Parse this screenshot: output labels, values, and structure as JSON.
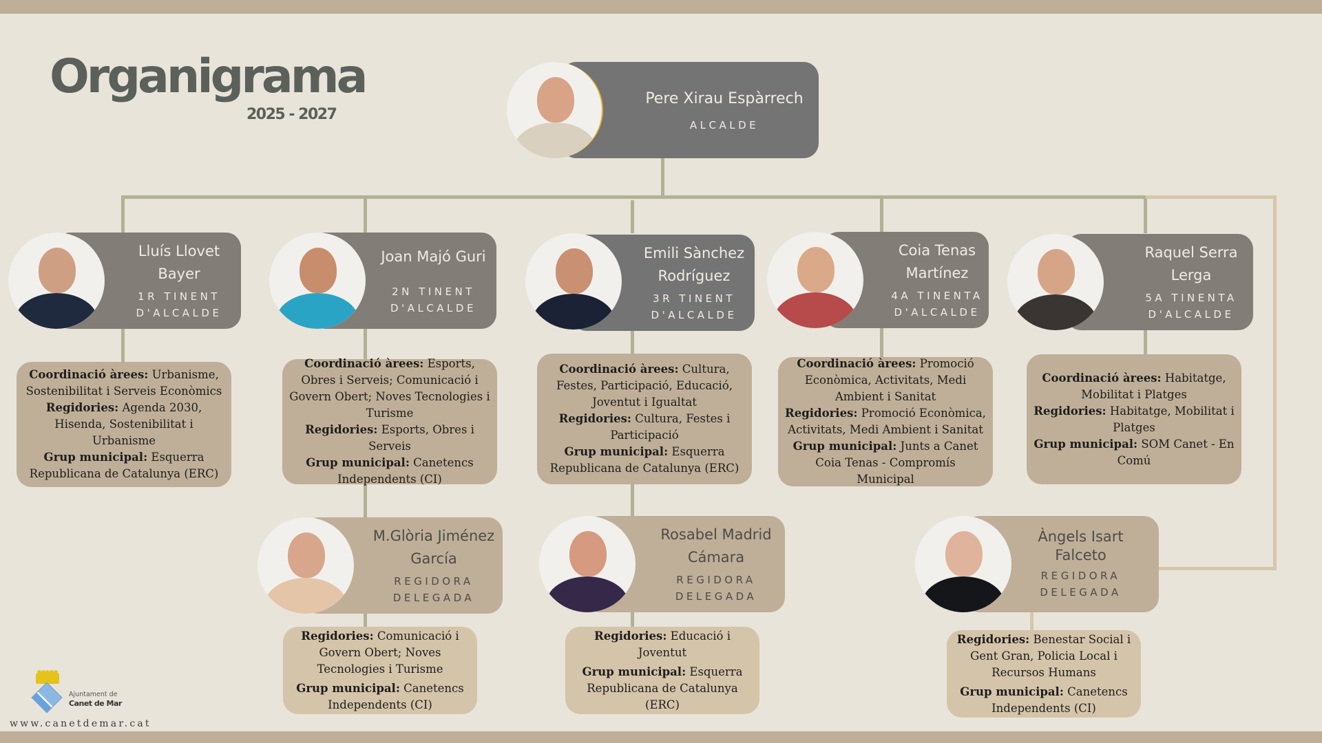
{
  "header": {
    "title": "Organigrama",
    "period": "2025 - 2027"
  },
  "colors": {
    "background": "#e8e4da",
    "band": "#bfaf98",
    "mayor_card": "#747474",
    "deputy_card": "#827d76",
    "delegate_card": "#bfaf98",
    "info_box": "#bfaf98",
    "info_box_light": "#d4c4aa",
    "connector": "#b0b293",
    "connector_secondary": "#d6c6ab",
    "title_text": "#5c605a"
  },
  "mayor": {
    "name": "Pere Xirau Espàrrech",
    "role": "ALCALDE",
    "photo": "portrait-photo"
  },
  "deputies": [
    {
      "name_line1": "Lluís Llovet",
      "name_line2": "Bayer",
      "role_line1": "1R TINENT",
      "role_line2": "D'ALCALDE",
      "coord_label": "Coordinació àrees:",
      "coord_value": " Urbanisme, Sostenibilitat i Serveis Econòmics",
      "reg_label": "Regidories:",
      "reg_value": " Agenda 2030, Hisenda, Sostenibilitat i Urbanisme",
      "group_label": "Grup municipal:",
      "group_value": " Esquerra Republicana de Catalunya (ERC)"
    },
    {
      "name_line1": "Joan Majó Guri",
      "name_line2": "",
      "role_line1": "2N TINENT",
      "role_line2": "D'ALCALDE",
      "coord_label": "Coordinació àrees:",
      "coord_value": " Esports, Obres i Serveis;  Comunicació i Govern Obert; Noves Tecnologies i Turisme",
      "reg_label": "Regidories:",
      "reg_value": " Esports, Obres i Serveis",
      "group_label": "Grup municipal:",
      "group_value": " Canetencs Independents (CI)"
    },
    {
      "name_line1": "Emili Sànchez",
      "name_line2": "Rodríguez",
      "role_line1": "3R TINENT",
      "role_line2": "D'ALCALDE",
      "coord_label": "Coordinació àrees:",
      "coord_value": " Cultura, Festes, Participació, Educació, Joventut i Igualtat",
      "reg_label": "Regidories:",
      "reg_value": " Cultura, Festes i Participació",
      "group_label": "Grup municipal:",
      "group_value": " Esquerra Republicana de Catalunya (ERC)"
    },
    {
      "name_line1": "Coia Tenas",
      "name_line2": "Martínez",
      "role_line1": "4A TINENTA",
      "role_line2": "D'ALCALDE",
      "coord_label": "Coordinació àrees:",
      "coord_value": " Promoció Econòmica, Activitats, Medi Ambient i Sanitat",
      "reg_label": "Regidories:",
      "reg_value": " Promoció Econòmica, Activitats, Medi Ambient i Sanitat",
      "group_label": "Grup municipal:",
      "group_value": " Junts a Canet Coia Tenas - Compromís Municipal"
    },
    {
      "name_line1": "Raquel Serra",
      "name_line2": "Lerga",
      "role_line1": "5A TINENTA",
      "role_line2": "D'ALCALDE",
      "coord_label": "Coordinació àrees:",
      "coord_value": " Habitatge, Mobilitat i Platges",
      "reg_label": "Regidories:",
      "reg_value": " Habitatge, Mobilitat i Platges",
      "group_label": "Grup municipal:",
      "group_value": " SOM Canet - En Comú"
    }
  ],
  "delegates": [
    {
      "name_line1": "M.Glòria Jiménez",
      "name_line2": "García",
      "role_line1": "REGIDORA",
      "role_line2": "DELEGADA",
      "reg_label": "Regidories:",
      "reg_value": " Comunicació i Govern Obert; Noves Tecnologies i Turisme",
      "group_label": "Grup municipal:",
      "group_value": " Canetencs Independents (CI)"
    },
    {
      "name_line1": "Rosabel Madrid",
      "name_line2": "Cámara",
      "role_line1": "REGIDORA",
      "role_line2": "DELEGADA",
      "reg_label": "Regidories:",
      "reg_value": " Educació i Joventut",
      "group_label": "Grup municipal:",
      "group_value": " Esquerra Republicana de Catalunya (ERC)"
    },
    {
      "name_line1": "Àngels Isart",
      "name_line2": "Falceto",
      "role_line1": "REGIDORA",
      "role_line2": "DELEGADA",
      "reg_label": "Regidories:",
      "reg_value": " Benestar Social i Gent Gran, Policia Local i Recursos Humans",
      "group_label": "Grup municipal:",
      "group_value": " Canetencs Independents (CI)"
    }
  ],
  "footer": {
    "logo_line1": "Ajuntament de",
    "logo_line2": "Canet de Mar",
    "website": "www.canetdemar.cat"
  }
}
